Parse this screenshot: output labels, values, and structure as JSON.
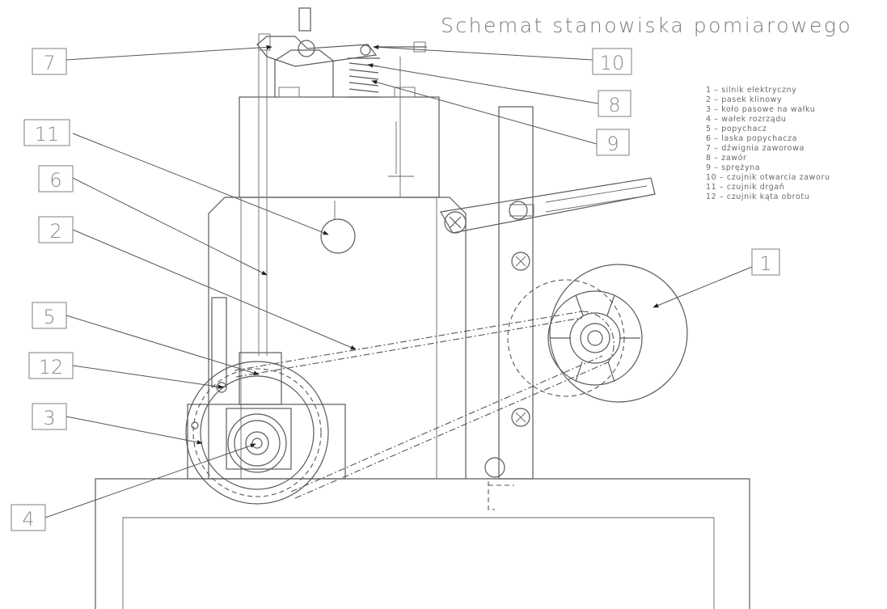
{
  "title": "Schemat stanowiska pomiarowego",
  "legend": [
    "1 – silnik elektryczny",
    "2 – pasek klinowy",
    "3 – koło pasowe na wałku",
    "4 – wałek rozrządu",
    "5 – popychacz",
    "6 – laska popychacza",
    "7 – dźwignia zaworowa",
    "8 – zawór",
    "9 – sprężyna",
    "10 – czujnik otwarcia zaworu",
    "11 – czujnik drgań",
    "12 – czujnik kąta obrotu"
  ],
  "callouts": [
    "7",
    "10",
    "8",
    "9",
    "11",
    "6",
    "2",
    "5",
    "12",
    "3",
    "4",
    "1"
  ]
}
